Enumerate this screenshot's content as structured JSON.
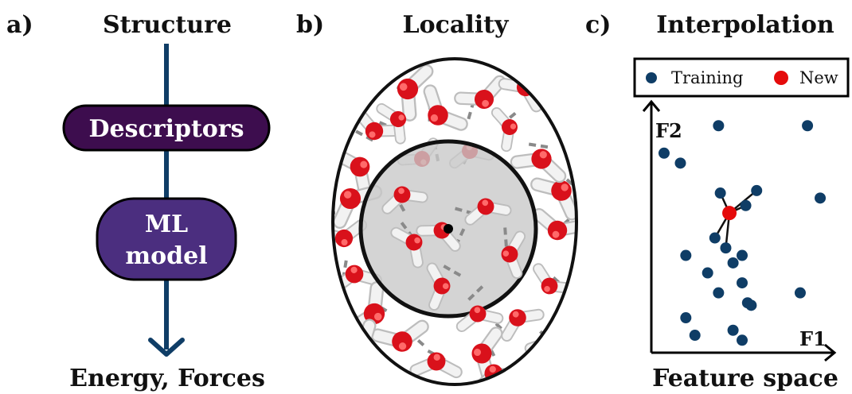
{
  "panels": {
    "a": {
      "label": "a)",
      "title": "Structure",
      "box1": "Descriptors",
      "box2_line1": "ML",
      "box2_line2": "model",
      "output": "Energy, Forces",
      "colors": {
        "arrow": "#0f3d66",
        "box1": "#3d0d4e",
        "box2": "#4b2e7f"
      }
    },
    "b": {
      "label": "b)",
      "title": "Locality",
      "colors": {
        "oxygen": "#d9111b",
        "hydrogen": "#f2f2f2",
        "cutoff_sphere": "#c8c8c8"
      }
    },
    "c": {
      "label": "c)",
      "title": "Interpolation",
      "legend_training": "Training",
      "legend_new": "New",
      "y_axis_label": "F2",
      "x_axis_label": "F1",
      "caption": "Feature space",
      "colors": {
        "training": "#0f3d66",
        "new": "#e50b0b"
      },
      "points": {
        "training": [
          [
            0.37,
            0.91
          ],
          [
            0.86,
            0.91
          ],
          [
            0.07,
            0.8
          ],
          [
            0.16,
            0.76
          ],
          [
            0.38,
            0.64
          ],
          [
            0.52,
            0.59
          ],
          [
            0.35,
            0.46
          ],
          [
            0.41,
            0.42
          ],
          [
            0.19,
            0.39
          ],
          [
            0.5,
            0.39
          ],
          [
            0.45,
            0.36
          ],
          [
            0.5,
            0.28
          ],
          [
            0.93,
            0.62
          ],
          [
            0.31,
            0.32
          ],
          [
            0.37,
            0.24
          ],
          [
            0.82,
            0.24
          ],
          [
            0.19,
            0.14
          ],
          [
            0.24,
            0.07
          ],
          [
            0.5,
            0.05
          ],
          [
            0.45,
            0.09
          ],
          [
            0.53,
            0.2
          ],
          [
            0.58,
            0.65
          ],
          [
            0.55,
            0.19
          ]
        ],
        "new": [
          0.43,
          0.56
        ]
      }
    }
  }
}
